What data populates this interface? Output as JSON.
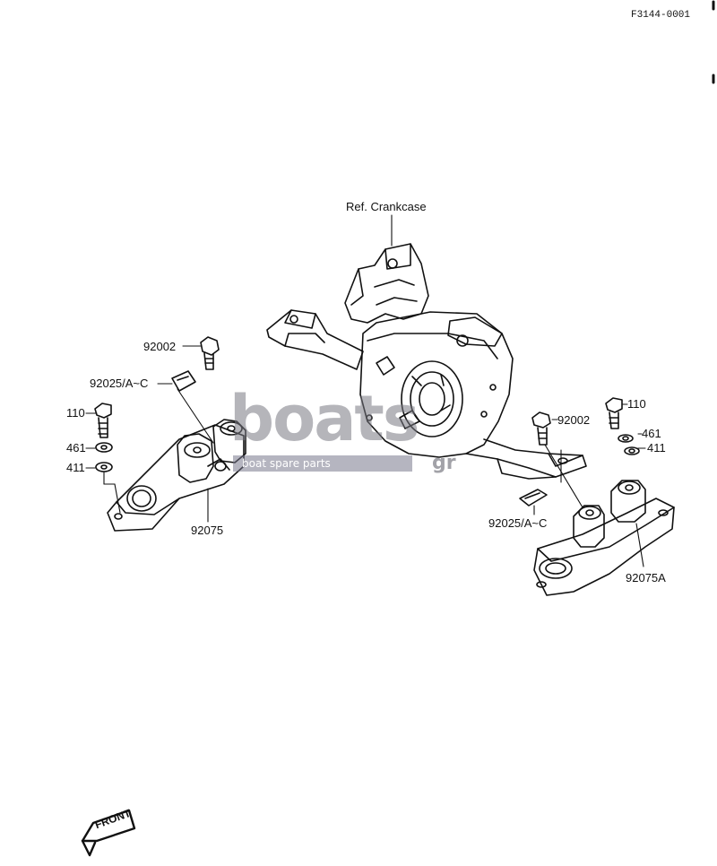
{
  "figure_code": "F3144-0001",
  "callouts": {
    "ref_crankcase": "Ref. Crankcase",
    "left_bolt_top": "92002",
    "left_stopper": "92025/A~C",
    "left_bolt_side": "110",
    "left_washer_461": "461",
    "left_washer_411": "411",
    "left_bracket": "92075",
    "right_bolt_side": "110",
    "right_bolt_top": "92002",
    "right_washer_461": "461",
    "right_washer_411": "411",
    "right_stopper": "92025/A~C",
    "right_bracket": "92075A"
  },
  "watermark": {
    "word": "boats",
    "tagline": "boat spare parts",
    "suffix": "gr"
  },
  "front_marker": "FRONT",
  "colors": {
    "ink": "#111111",
    "watermark": "#7a7a82"
  }
}
